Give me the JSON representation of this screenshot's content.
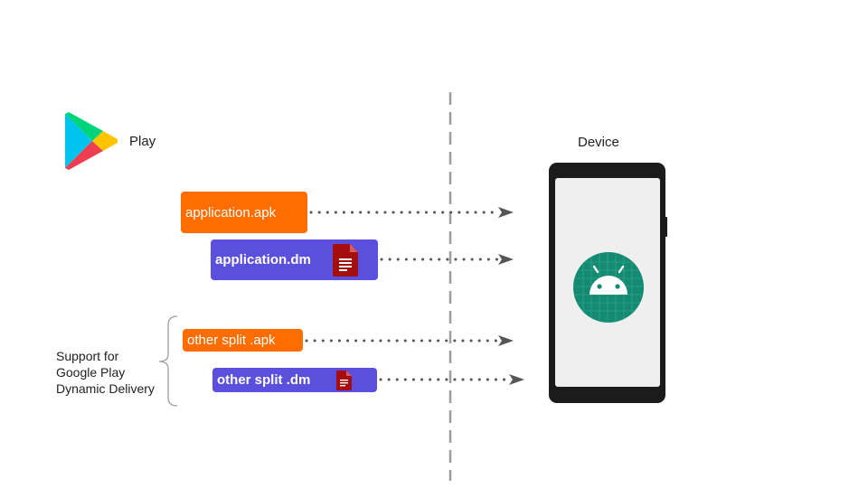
{
  "play": {
    "label": "Play",
    "icon": "google-play-icon"
  },
  "device": {
    "label": "Device",
    "icon": "android-logo-icon"
  },
  "files": {
    "application_apk": "application.apk",
    "application_dm": "application.dm",
    "other_split_apk": "other split .apk",
    "other_split_dm": "other split .dm"
  },
  "support": {
    "line1": "Support for",
    "line2": "Google Play",
    "line3": "Dynamic Delivery"
  },
  "colors": {
    "apk_box": "#ff6d00",
    "dm_box": "#5b4fde",
    "android_teal": "#138a72",
    "doc_icon": "#a50e0e",
    "divider": "#9e9e9e",
    "phone_body": "#1b1b1b"
  }
}
